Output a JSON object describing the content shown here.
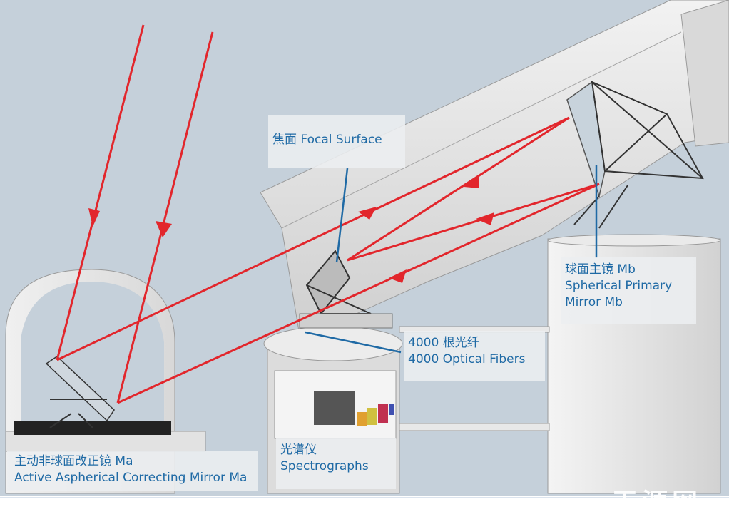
{
  "labels": {
    "focal_surface": [
      "焦面  Focal Surface"
    ],
    "spherical_primary": [
      "球面主镜 Mb",
      "Spherical Primary",
      "Mirror Mb"
    ],
    "optical_fibers": [
      "4000 根光纤",
      "4000  Optical Fibers"
    ],
    "spectrographs": [
      "光谱仪",
      "Spectrographs"
    ],
    "corrector_mirror": [
      "主动非球面改正镜 Ma",
      "Active Aspherical Correcting Mirror Ma"
    ]
  },
  "watermark": "天涯网",
  "colors": {
    "sky": "#c5d0da",
    "light_ray": "#e2262c",
    "leader_line": "#1f6aa5",
    "label_text": "#1f6aa5",
    "structure": "#e6e6e6"
  }
}
